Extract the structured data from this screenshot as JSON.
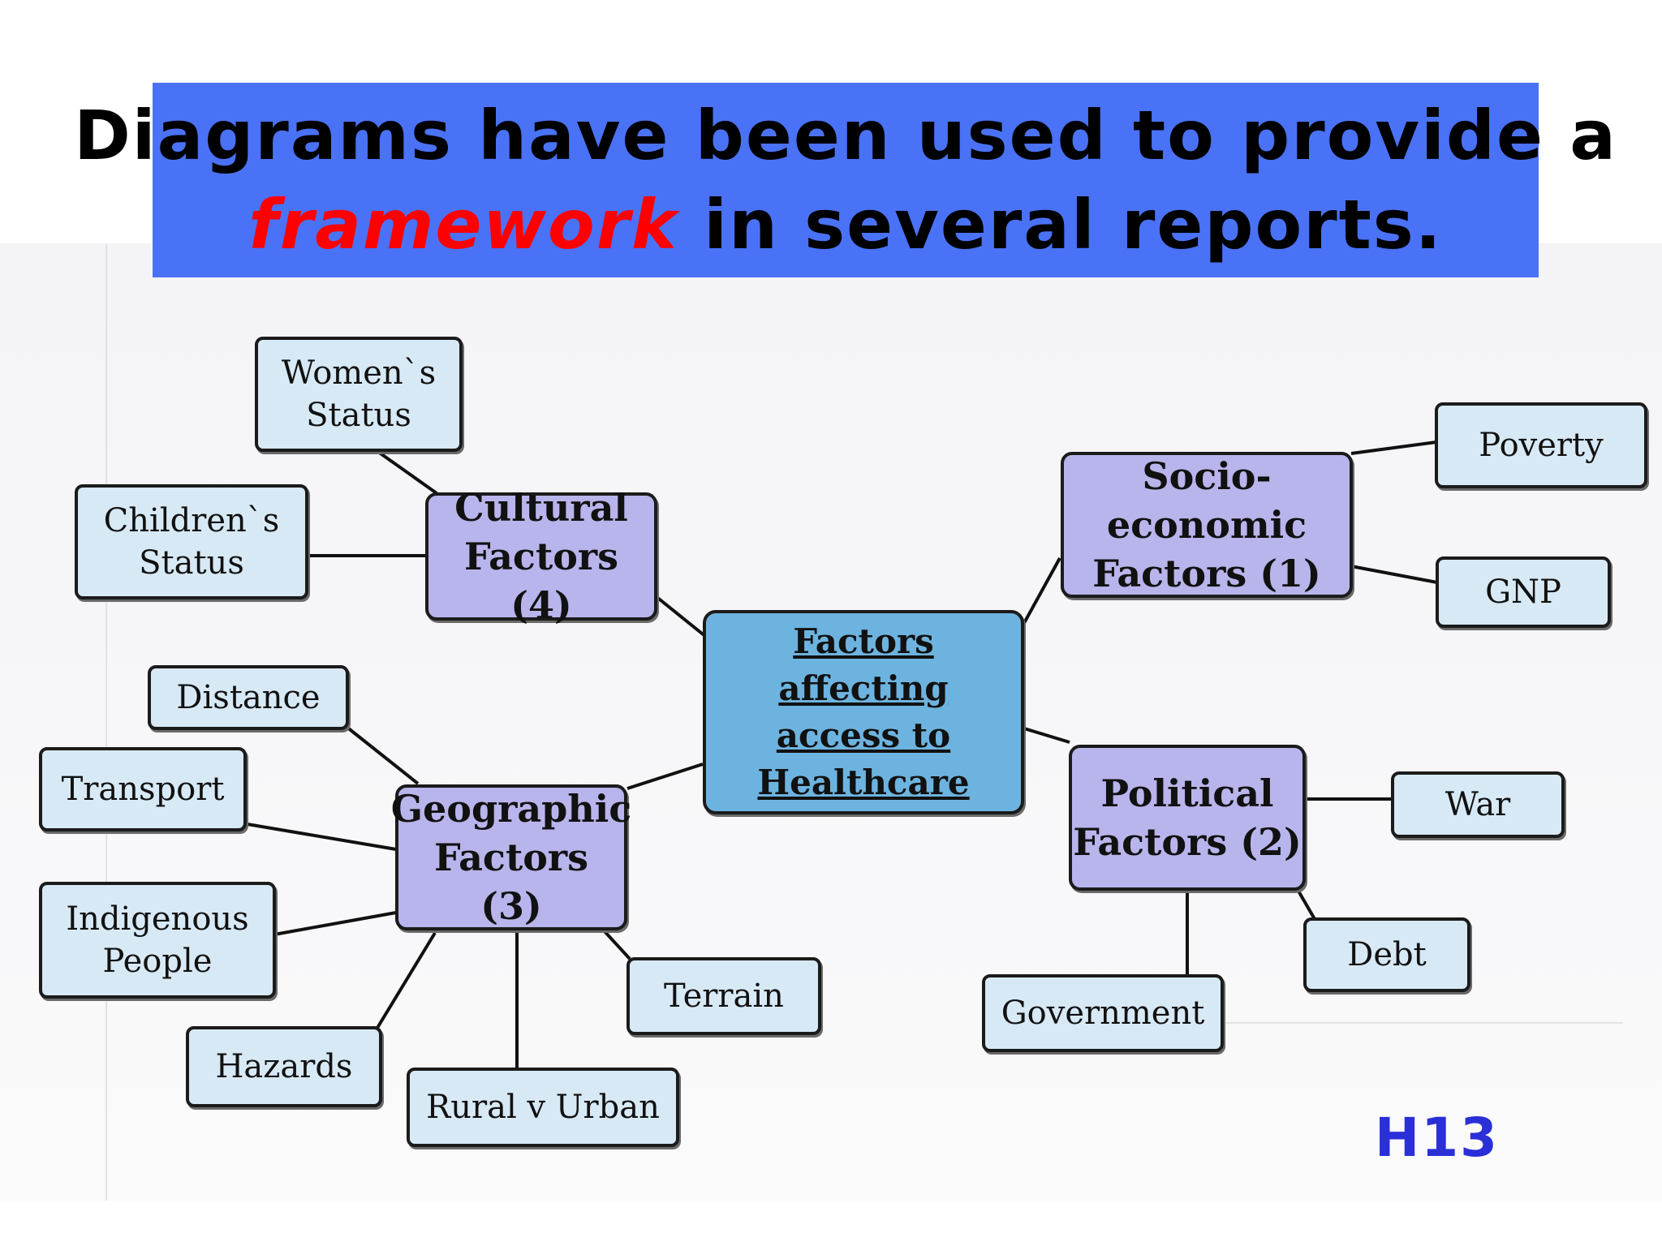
{
  "title": {
    "line1": "Diagrams have been used to provide a",
    "line2_highlight": "framework",
    "line2_rest": " in several reports."
  },
  "diagram": {
    "center": [
      "Factors affecting",
      "access to",
      "Healthcare"
    ],
    "categories": {
      "cultural": [
        "Cultural",
        "Factors (4)"
      ],
      "socioeconomic": [
        "Socio-economic",
        "Factors (1)"
      ],
      "geographic": [
        "Geographic",
        "Factors (3)"
      ],
      "political": [
        "Political",
        "Factors (2)"
      ]
    },
    "leaves": {
      "womens_status": [
        "Women`s",
        "Status"
      ],
      "childrens_status": [
        "Children`s",
        "Status"
      ],
      "poverty": "Poverty",
      "gnp": "GNP",
      "distance": "Distance",
      "transport": "Transport",
      "indigenous_people": [
        "Indigenous",
        "People"
      ],
      "hazards": "Hazards",
      "rural_v_urban": "Rural v Urban",
      "terrain": "Terrain",
      "war": "War",
      "debt": "Debt",
      "government": "Government"
    }
  },
  "page_code": "H13",
  "colors": {
    "banner": "#4a72f7",
    "highlight": "#ff0000",
    "center_box": "#6db3df",
    "category_box": "#b8b5ec",
    "leaf_box": "#d7e9f5",
    "page_code": "#2a2fd8"
  }
}
